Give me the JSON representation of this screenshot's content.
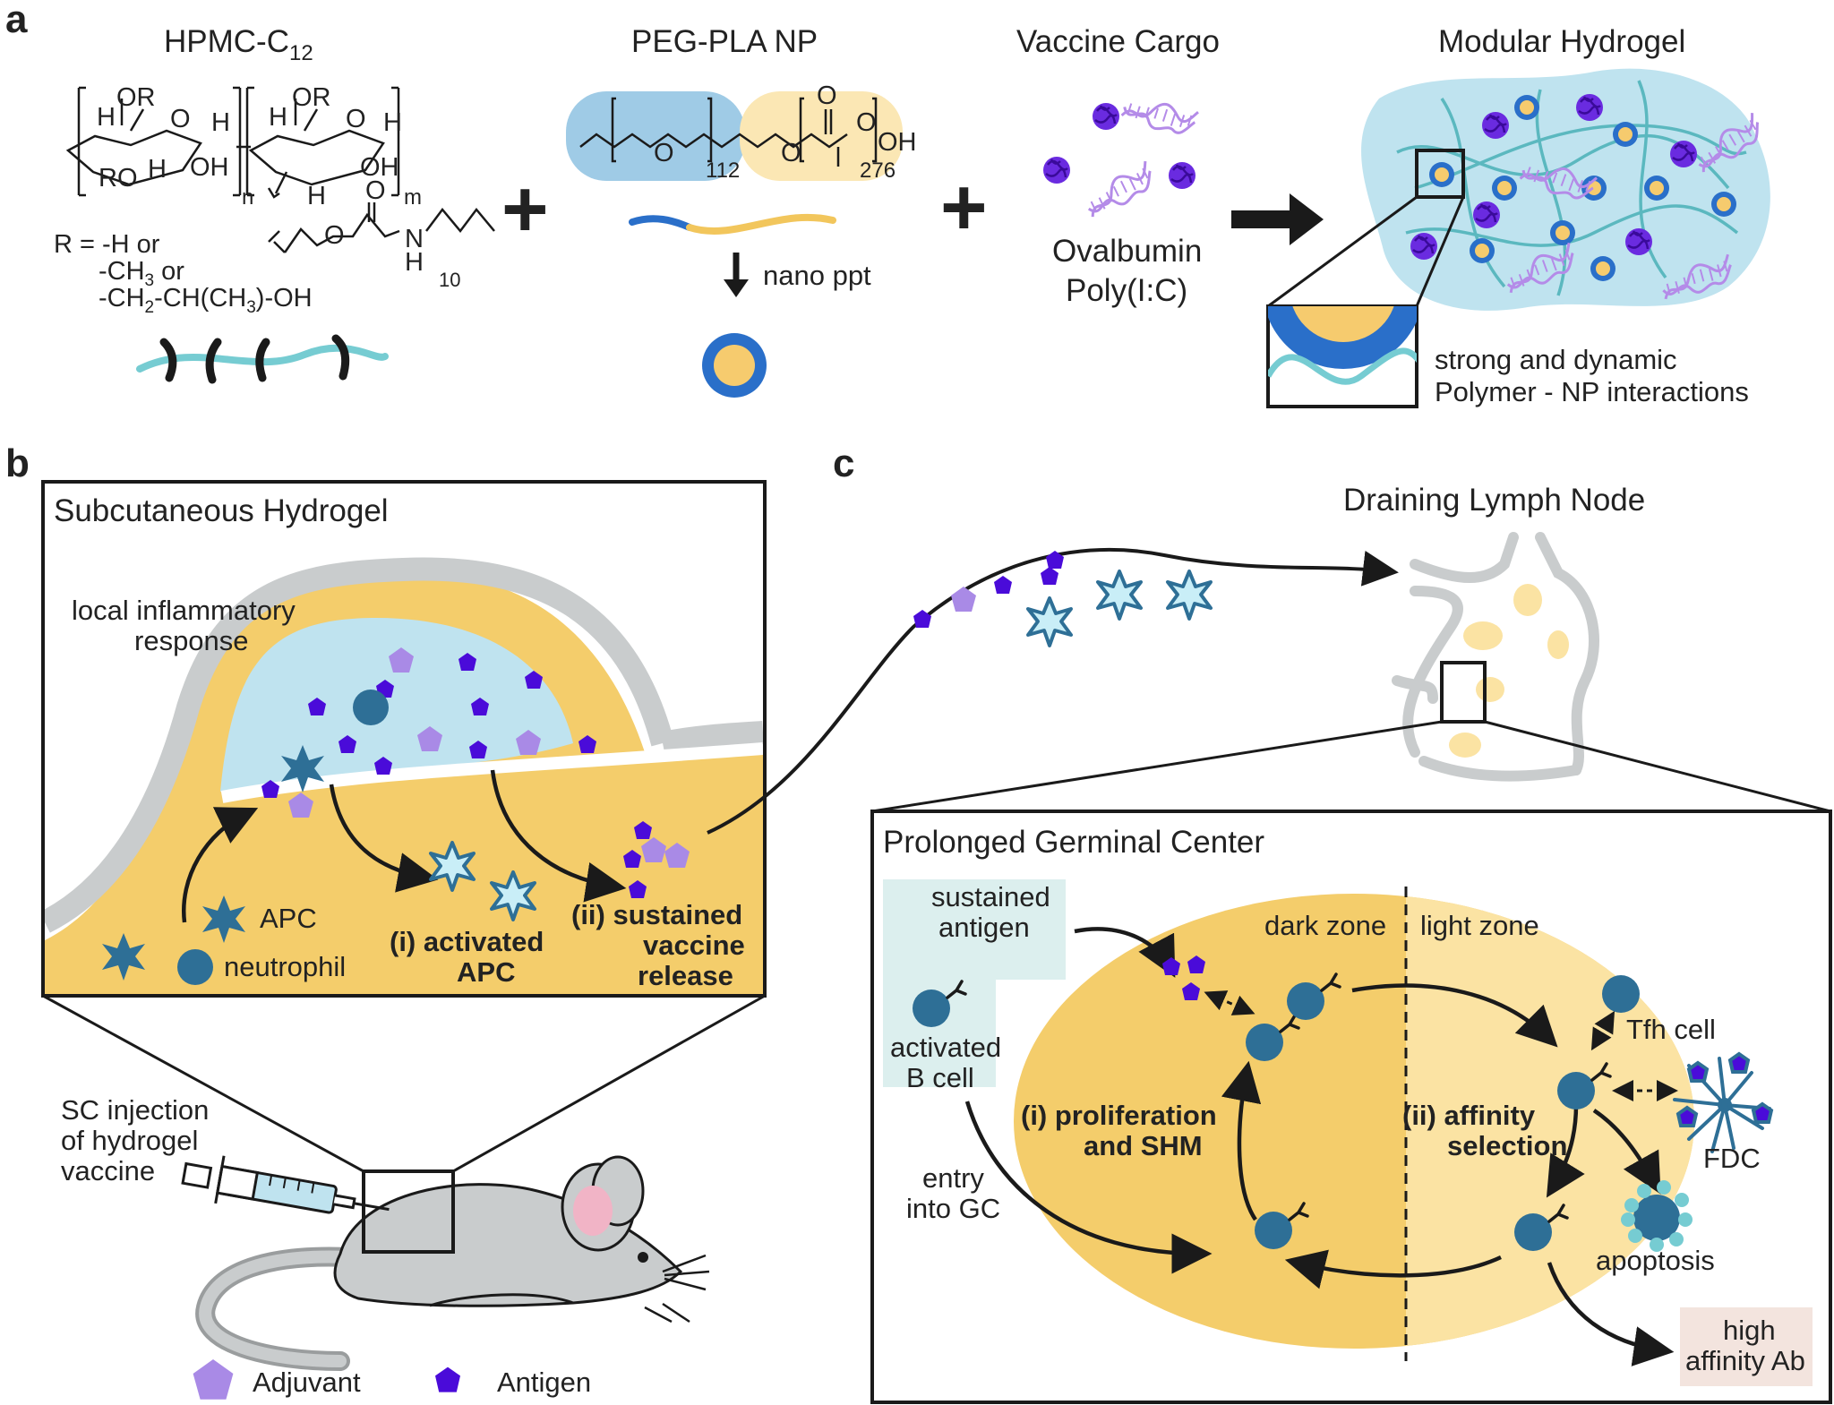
{
  "panels": {
    "a": "a",
    "b": "b",
    "c": "c"
  },
  "panel_a": {
    "hpmc_title_main": "HPMC-C",
    "hpmc_title_sub": "12",
    "peg_title": "PEG-PLA NP",
    "cargo_title": "Vaccine Cargo",
    "hydrogel_title": "Modular Hydrogel",
    "struct": {
      "OR": "OR",
      "H": "H",
      "O": "O",
      "OH": "OH",
      "RO": "RO",
      "n": "n",
      "m": "m",
      "N": "N",
      "k10": "10",
      "peg_112": "112",
      "pla_276": "276",
      "O_dbl": "O"
    },
    "r_lines": {
      "r1": "R = -H or",
      "r2a": "-CH",
      "r2b": "3",
      "r2c": " or",
      "r3a": "-CH",
      "r3b": "2",
      "r3c": "-CH(CH",
      "r3d": "3",
      "r3e": ")-OH"
    },
    "nano_ppt": "nano ppt",
    "cargo": [
      "Ovalbumin",
      "Poly(I:C)"
    ],
    "interaction": [
      "strong and dynamic",
      "Polymer - NP interactions"
    ]
  },
  "panel_b": {
    "title": "Subcutaneous Hydrogel",
    "inflammatory": [
      "local inflammatory",
      "response"
    ],
    "apc": "APC",
    "neutrophil": "neutrophil",
    "activated_apc": [
      "(i) activated",
      "APC"
    ],
    "sustained_release": [
      "(ii) sustained",
      "vaccine",
      "release"
    ],
    "injection": [
      "SC injection",
      "of hydrogel",
      "vaccine"
    ],
    "legend": {
      "adjuvant": "Adjuvant",
      "antigen": "Antigen"
    }
  },
  "panel_c": {
    "lymph_title": "Draining Lymph Node",
    "gc_title": "Prolonged Germinal Center",
    "sustained_antigen": [
      "sustained",
      "antigen"
    ],
    "activated_b": [
      "activated",
      "B cell"
    ],
    "entry": [
      "entry",
      "into GC"
    ],
    "dark_zone": "dark zone",
    "light_zone": "light zone",
    "proliferation": [
      "(i) proliferation",
      "and SHM"
    ],
    "affinity": [
      "(ii)  affinity",
      "selection"
    ],
    "tfh": "Tfh cell",
    "fdc": "FDC",
    "apoptosis": "apoptosis",
    "high_ab": [
      "high",
      "affinity Ab"
    ]
  },
  "colors": {
    "blue_cell": "#2e6f96",
    "hydrogel_blue": "#bfe3ef",
    "tissue_yellow": "#f4cd6b",
    "light_yellow": "#fbe3a3",
    "gray_skin": "#c9cccd",
    "antigen": "#4a0bd9",
    "adjuvant": "#a98ae6",
    "np_shell": "#2a6fc9",
    "np_core": "#f6cb6e"
  }
}
